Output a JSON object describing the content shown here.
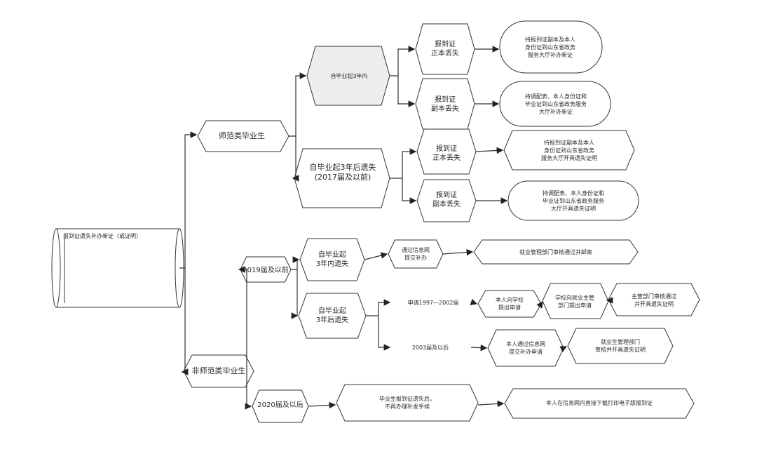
{
  "nodes": {
    "root": "报到证遗失补办新证（或证明）",
    "normal_grad": "师范类毕业生",
    "within3": "自毕业起3年内",
    "after3_pre2017": "自毕业起3年后遗失\n(2017届及以前)",
    "a_main_lost": "报到证\n正本丢失",
    "a_main_action": "持报到证副本及本人\n身份证到山东省政务\n服务大厅补办新证",
    "a_copy_lost": "报到证\n副本丢失",
    "a_copy_action": "持调配表、本人身份证和\n毕业证到山东省政务服务\n大厅补办新证",
    "b_main_lost": "报到证\n正本丢失",
    "b_main_action": "持报到证副本及本人\n身份证到山东省政务\n服务大厅开具遗失证明",
    "b_copy_lost": "报到证\n副本丢失",
    "b_copy_action": "持调配表、本人身份证和\n毕业证到山东省政务服务\n大厅开具遗失证明",
    "non_normal_grad": "非师范类毕业生",
    "y2019": "2019届及以前",
    "n_within3": "自毕业起\n3年内遗失",
    "n_online": "通过信息网\n提交补办",
    "n_online_result": "就业管理部门审核通过并邮寄",
    "n_after3": "自毕业起\n3年后遗失",
    "apply_9702": "申请1997—2002届",
    "self_apply_school": "本人向学校\n提出申请",
    "school_apply_dept": "学校向就业主管\n部门提出申请",
    "dept_review": "主管部门审核通过\n并开具遗失证明",
    "y2003": "2003届及以后",
    "self_online": "本人通过信息网\n提交补办申请",
    "emp_dept_review": "就业生管理部门\n审核并开具遗失证明",
    "y2020": "2020届及以后",
    "no_reissue": "毕业生报到证遗失后，\n不再办理补发手续",
    "download": "本人在信息网内直接下载打印电子版报到证"
  },
  "colors": {
    "stroke": "#333333",
    "fill": "#ffffff",
    "shade": "#e6e6e6",
    "text": "#2a2a2a"
  }
}
